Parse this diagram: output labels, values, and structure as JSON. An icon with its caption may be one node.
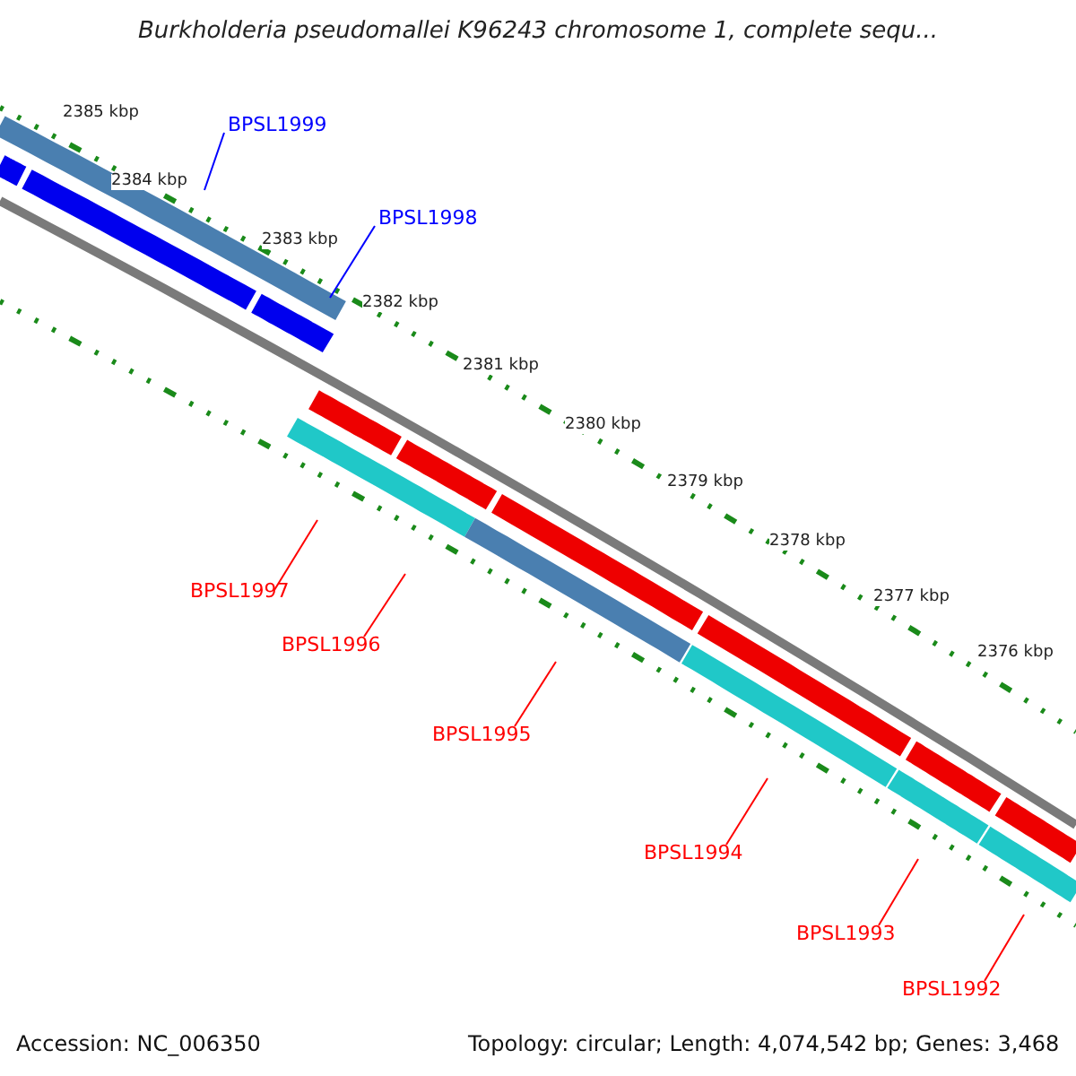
{
  "diagram": {
    "title": "Burkholderia pseudomallei K96243 chromosome 1, complete sequ...",
    "nodes": [
      {
        "text": [
          "BPSL1999"
        ]
      },
      {
        "text": [
          "BPSL1998"
        ]
      },
      {
        "text": [
          "BPSL1997"
        ]
      },
      {
        "text": [
          "BPSL1996"
        ]
      },
      {
        "text": [
          "BPSL1995"
        ]
      },
      {
        "text": [
          "BPSL1994"
        ]
      },
      {
        "text": [
          "BPSL1993"
        ]
      },
      {
        "text": [
          "BPSL1992"
        ]
      }
    ],
    "edges": [
      {
        "from": 0,
        "to": null,
        "arrow": "none",
        "color": "#0000ff"
      },
      {
        "from": 1,
        "to": null,
        "arrow": "none",
        "color": "#0000ff"
      },
      {
        "from": 2,
        "to": null,
        "arrow": "none"
      },
      {
        "from": 3,
        "to": null,
        "arrow": "none"
      },
      {
        "from": 4,
        "to": null,
        "arrow": "none"
      },
      {
        "from": 5,
        "to": null,
        "arrow": "none"
      },
      {
        "from": 6,
        "to": null,
        "arrow": "none"
      },
      {
        "from": 7,
        "to": null,
        "arrow": "none"
      }
    ],
    "labels": [
      "2385 kbp",
      "2384 kbp",
      "2383 kbp",
      "2382 kbp",
      "2381 kbp",
      "2380 kbp",
      "2379 kbp",
      "2378 kbp",
      "2377 kbp",
      "2376 kbp",
      "Accession: NC_006350",
      "Topology: circular; Length: 4,074,542 bp; Genes: 3,468"
    ]
  }
}
